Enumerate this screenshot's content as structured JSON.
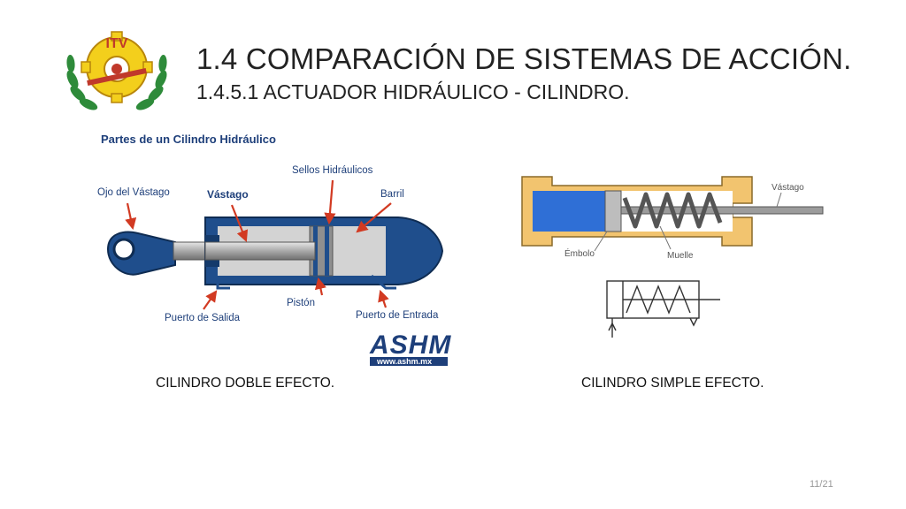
{
  "slide": {
    "title": "1.4 COMPARACIÓN DE SISTEMAS DE ACCIÓN.",
    "subtitle": "1.4.5.1 ACTUADOR HIDRÁULICO - CILINDRO.",
    "page_number": "11/21"
  },
  "logo": {
    "text": "ITV",
    "icon": "gear-laurel-logo"
  },
  "double_acting": {
    "heading": "Partes de un Cilindro Hidráulico",
    "labels": {
      "rod_eye": "Ojo del Vástago",
      "rod": "Vástago",
      "seals": "Sellos Hidráulicos",
      "barrel": "Barril",
      "outlet_port": "Puerto de Salida",
      "piston": "Pistón",
      "inlet_port": "Puerto de Entrada"
    },
    "watermark": {
      "brand": "ASHM",
      "url": "www.ashm.mx"
    },
    "caption": "CILINDRO DOBLE EFECTO."
  },
  "single_acting": {
    "labels": {
      "rod": "Vástago",
      "piston": "Émbolo",
      "spring": "Muelle"
    },
    "caption": "CILINDRO SIMPLE EFECTO."
  },
  "colors": {
    "cylinder_blue": "#1f4e8c",
    "barrel_gray": "#cfcfcf",
    "arrow_red": "#d23a22",
    "housing_orange": "#f2c46f",
    "fluid_blue": "#2f6fd6",
    "label_blue": "#1e3f7a"
  }
}
